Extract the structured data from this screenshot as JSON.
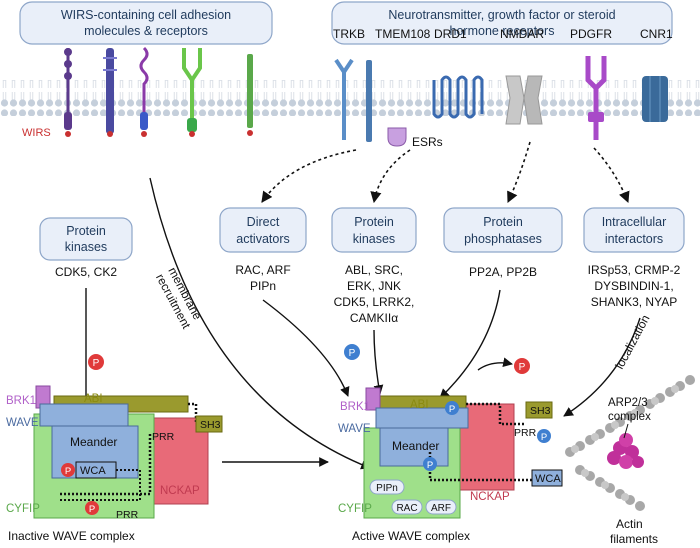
{
  "headers": {
    "left_line1": "WIRS-containing cell adhesion",
    "left_line2": "molecules & receptors",
    "right_line1": "Neurotransmitter, growth factor or steroid",
    "right_line2": "hormone receptors"
  },
  "wirs_label": "WIRS",
  "receptors": [
    "TRKB",
    "TMEM108",
    "DRD1",
    "NMDAR",
    "PDGFR",
    "CNR1"
  ],
  "esrs": "ESRs",
  "boxes": {
    "protein_kinases_left": [
      "Protein",
      "kinases"
    ],
    "direct_activators": [
      "Direct",
      "activators"
    ],
    "protein_kinases_mid": [
      "Protein",
      "kinases"
    ],
    "protein_phosphatases": [
      "Protein",
      "phosphatases"
    ],
    "intracellular_interactors": [
      "Intracellular",
      "interactors"
    ]
  },
  "lists": {
    "kinases_left": [
      "CDK5, CK2"
    ],
    "activators": [
      "RAC, ARF",
      "PIPn"
    ],
    "kinases_mid": [
      "ABL, SRC,",
      "ERK, JNK",
      "CDK5, LRRK2,",
      "CAMKIIα"
    ],
    "phosphatases": [
      "PP2A, PP2B"
    ],
    "interactors": [
      "IRSp53, CRMP-2",
      "DYSBINDIN-1,",
      "SHANK3, NYAP"
    ]
  },
  "arrow_labels": {
    "membrane1": "membrane",
    "membrane2": "recruitment",
    "localization": "localization"
  },
  "phospho": "P",
  "complex": {
    "brk1": "BRK1",
    "abi": "ABI",
    "wave": "WAVE",
    "sh3": "SH3",
    "prr": "PRR",
    "meander": "Meander",
    "wca": "WCA",
    "cyfip": "CYFIP",
    "nckap": "NCKAP",
    "pipn": "PIPn",
    "rac": "RAC",
    "arf": "ARF"
  },
  "captions": {
    "inactive": "Inactive WAVE complex",
    "active": "Active WAVE complex",
    "arp_line1": "ARP2/3",
    "arp_line2": "complex",
    "actin_line1": "Actin",
    "actin_line2": "filaments"
  },
  "colors": {
    "box_fill": "#e9eff9",
    "box_stroke": "#8ea6c9",
    "cyfip": "#9fe08a",
    "nckap": "#e86a78",
    "wave": "#8fb0dc",
    "abi": "#9a9a2e",
    "brk1": "#c07ad0",
    "phospho_red": "#e03a3a",
    "phospho_blue": "#3f7fd0",
    "wirs_red": "#c93030",
    "arp": "#c0309a"
  }
}
